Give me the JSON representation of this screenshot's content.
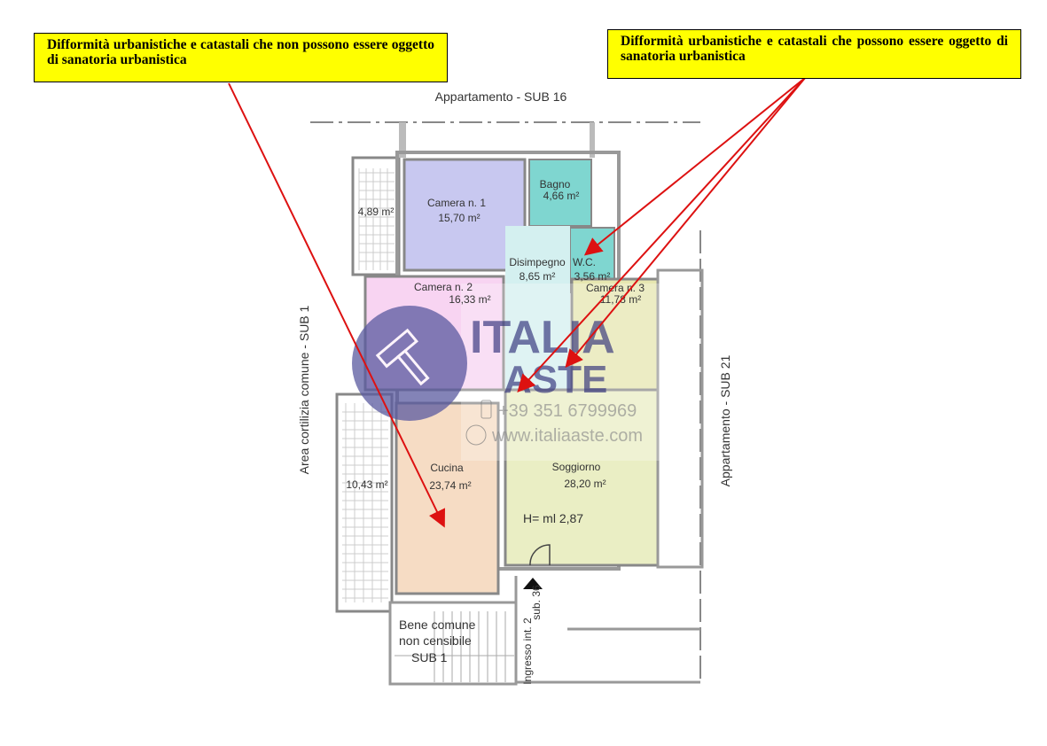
{
  "callouts": {
    "left": "Difformità urbanistiche e catastali che non possono essere oggetto di sanatoria urbanistica",
    "right": "Difformità urbanistiche e catastali che possono essere oggetto di sanatoria urbanistica"
  },
  "plan": {
    "top_label": "Appartamento - SUB 16",
    "left_label": "Area cortilizia comune - SUB 1",
    "right_label": "Appartamento - SUB 21",
    "height_label": "H= ml 2,87",
    "entrance_label": "Ingresso int. 2",
    "entrance_sub": "sub. 36",
    "rooms": [
      {
        "name": "Camera n. 1",
        "area": "15,70 m²"
      },
      {
        "name": "Bagno",
        "area": "4,66 m²"
      },
      {
        "name": "W.C.",
        "area": "3,56 m²"
      },
      {
        "name": "Disimpegno",
        "area": "8,65 m²"
      },
      {
        "name": "Camera n. 2",
        "area": "16,33 m²"
      },
      {
        "name": "Camera n. 3",
        "area": "11,78 m²"
      },
      {
        "name": "Cucina",
        "area": "23,74 m²"
      },
      {
        "name": "Soggiorno",
        "area": "28,20 m²"
      }
    ],
    "balconies": [
      "4,89 m²",
      "10,43 m²"
    ],
    "common": [
      "Bene comune",
      "non censibile",
      "SUB 1"
    ]
  },
  "watermark": {
    "line1": "ITALIA",
    "line2": "ASTE",
    "phone": "+39 351 6799969",
    "url": "www.italiaaste.com"
  },
  "colors": {
    "callout": "#ffff00",
    "arrow": "#dd1111"
  }
}
